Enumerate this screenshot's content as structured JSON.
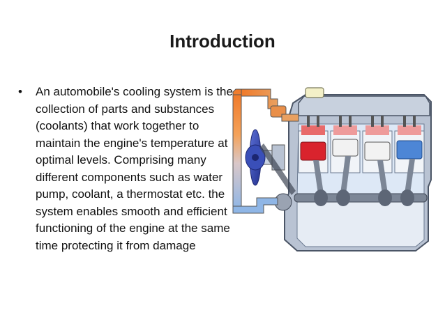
{
  "slide": {
    "title": "Introduction",
    "bullet": "An automobile's cooling system is the collection of parts and substances (coolants) that work together to maintain the engine's temperature at optimal levels. Comprising many different components such as water pump, coolant, a thermostat etc. the system enables smooth and efficient functioning of the engine at the same time protecting it from damage"
  },
  "diagram": {
    "icon": "engine-cooling-system-illustration",
    "colors": {
      "engine_block": "#b9c3d3",
      "coolant": "#dde8f6",
      "hot_pipe": "#f08a3c",
      "cool_pipe": "#8fb6e6",
      "fan": "#3a4fb8",
      "piston_hot": "#d9232d",
      "piston_cool": "#4d86d6",
      "combustion_chamber": "#e86b6b"
    }
  }
}
